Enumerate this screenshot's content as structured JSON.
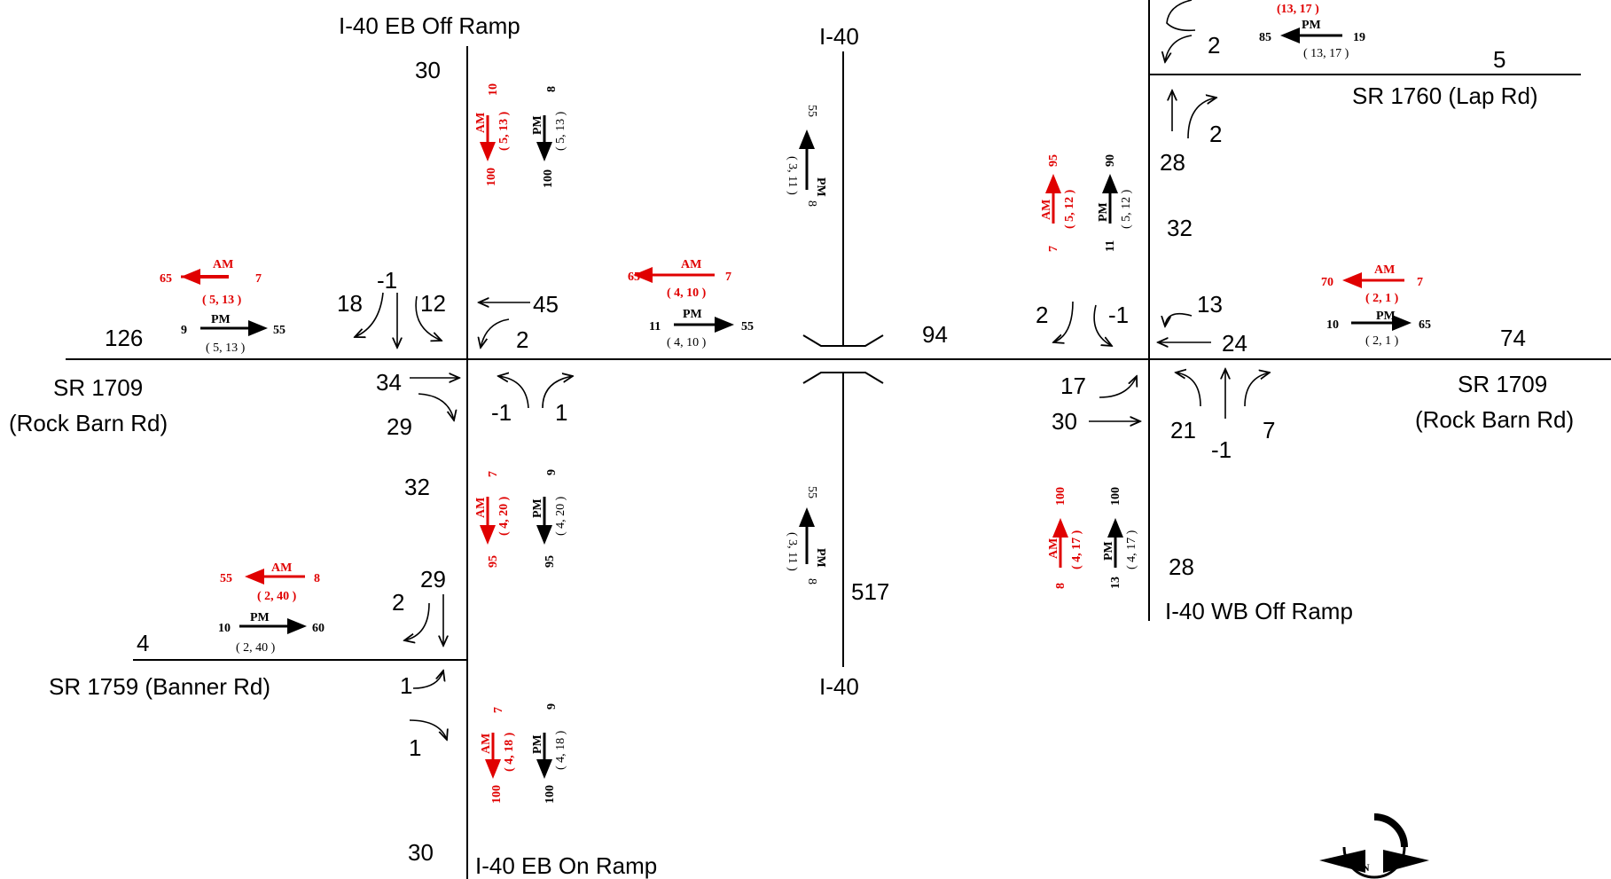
{
  "roads": {
    "i40_eb_off": "I-40 EB Off Ramp",
    "i40_top": "I-40",
    "i40_bottom": "I-40",
    "sr1760": "SR 1760 (Lap Rd)",
    "sr1709_west_1": "SR 1709",
    "sr1709_west_2": "(Rock Barn Rd)",
    "sr1709_east_1": "SR 1709",
    "sr1709_east_2": "(Rock Barn Rd)",
    "sr1759": "SR 1759 (Banner Rd)",
    "i40_wb_off": "I-40 WB Off Ramp",
    "i40_eb_on": "I-40 EB On Ramp"
  },
  "daily_volumes": {
    "eb_off_ramp": "30",
    "sr1709_west": "126",
    "i40_bridge": "94",
    "sr1709_east": "74",
    "sr1760": "5",
    "eb_off_south": "32",
    "i40_south": "517",
    "sr1759": "4",
    "eb_on_ramp": "30",
    "lap_rd_n": "28",
    "lap_rd_s": "32",
    "wb_off_ramp": "28"
  },
  "turn_volumes": {
    "w_sb_left": "18",
    "w_sb_thru": "-1",
    "w_sb_right": "12",
    "w_wb_thru": "45",
    "w_wb_left": "2",
    "w_eb_thru": "34",
    "w_eb_right": "29",
    "w_nb_left": "-1",
    "w_nb_right": "1",
    "b_sb_left": "2",
    "b_sb_thru": "29",
    "b_eb_left": "1",
    "b_eb_right": "1",
    "e_sb_left": "2",
    "e_sb_right": "-1",
    "e_wb_uturn": "13",
    "e_wb_thru": "24",
    "e_eb_left": "17",
    "e_eb_thru": "30",
    "e_nb_left": "21",
    "e_nb_thru": "-1",
    "e_nb_right": "7",
    "l_sb_left": "2",
    "l_nb_right": "2"
  },
  "peak_flows": {
    "w_leg_am_ww": "65",
    "w_leg_am_we": "7",
    "w_leg_am_k": "( 5, 13 )",
    "w_leg_pm_ww": "9",
    "w_leg_pm_we": "55",
    "w_leg_pm_k": "( 5, 13 )",
    "mid_am_ww": "65",
    "mid_am_we": "7",
    "mid_am_k": "( 4, 10 )",
    "mid_pm_ww": "11",
    "mid_pm_we": "55",
    "mid_pm_k": "( 4, 10 )",
    "e_leg_am_ww": "70",
    "e_leg_am_we": "7",
    "e_leg_am_k": "( 2, 1 )",
    "e_leg_pm_ww": "10",
    "e_leg_pm_we": "65",
    "e_leg_pm_k": "( 2, 1 )",
    "banner_am_ww": "55",
    "banner_am_we": "8",
    "banner_am_k": "( 2, 40 )",
    "banner_pm_ww": "10",
    "banner_pm_we": "60",
    "banner_pm_k": "( 2, 40 )",
    "lap_am_k": "(13, 17 )",
    "lap_pm_ww": "85",
    "lap_pm_we": "19",
    "lap_pm_k": "( 13, 17 )",
    "ebo_am_top": "10",
    "ebo_am_bot": "100",
    "ebo_am_k": "( 5, 13 )",
    "ebo_pm_top": "8",
    "ebo_pm_bot": "100",
    "ebo_pm_k": "( 5, 13 )",
    "ebs_am_top": "7",
    "ebs_am_bot": "95",
    "ebs_am_k": "( 4, 20 )",
    "ebs_pm_top": "9",
    "ebs_pm_bot": "95",
    "ebs_pm_k": "( 4, 20 )",
    "ebon_am_top": "7",
    "ebon_am_bot": "100",
    "ebon_am_k": "( 4, 18 )",
    "ebon_pm_top": "9",
    "ebon_pm_bot": "100",
    "ebon_pm_k": "( 4, 18 )",
    "i40n_pm_top": "55",
    "i40n_pm_bot": "8",
    "i40n_pm_k": "( 3, 11 )",
    "i40s_pm_top": "55",
    "i40s_pm_bot": "8",
    "i40s_pm_k": "( 3, 11 )",
    "lapv_am_top": "95",
    "lapv_am_bot": "7",
    "lapv_am_k": "( 5, 12 )",
    "lapv_pm_top": "90",
    "lapv_pm_bot": "11",
    "lapv_pm_k": "( 5, 12 )",
    "wbo_am_top": "100",
    "wbo_am_bot": "8",
    "wbo_am_k": "( 4, 17 )",
    "wbo_pm_top": "100",
    "wbo_pm_bot": "13",
    "wbo_pm_k": "( 4, 17 )",
    "am": "AM",
    "pm": "PM"
  },
  "compass": {
    "letter": "N"
  },
  "colors": {
    "am": "#e00000",
    "pm": "#000000"
  }
}
